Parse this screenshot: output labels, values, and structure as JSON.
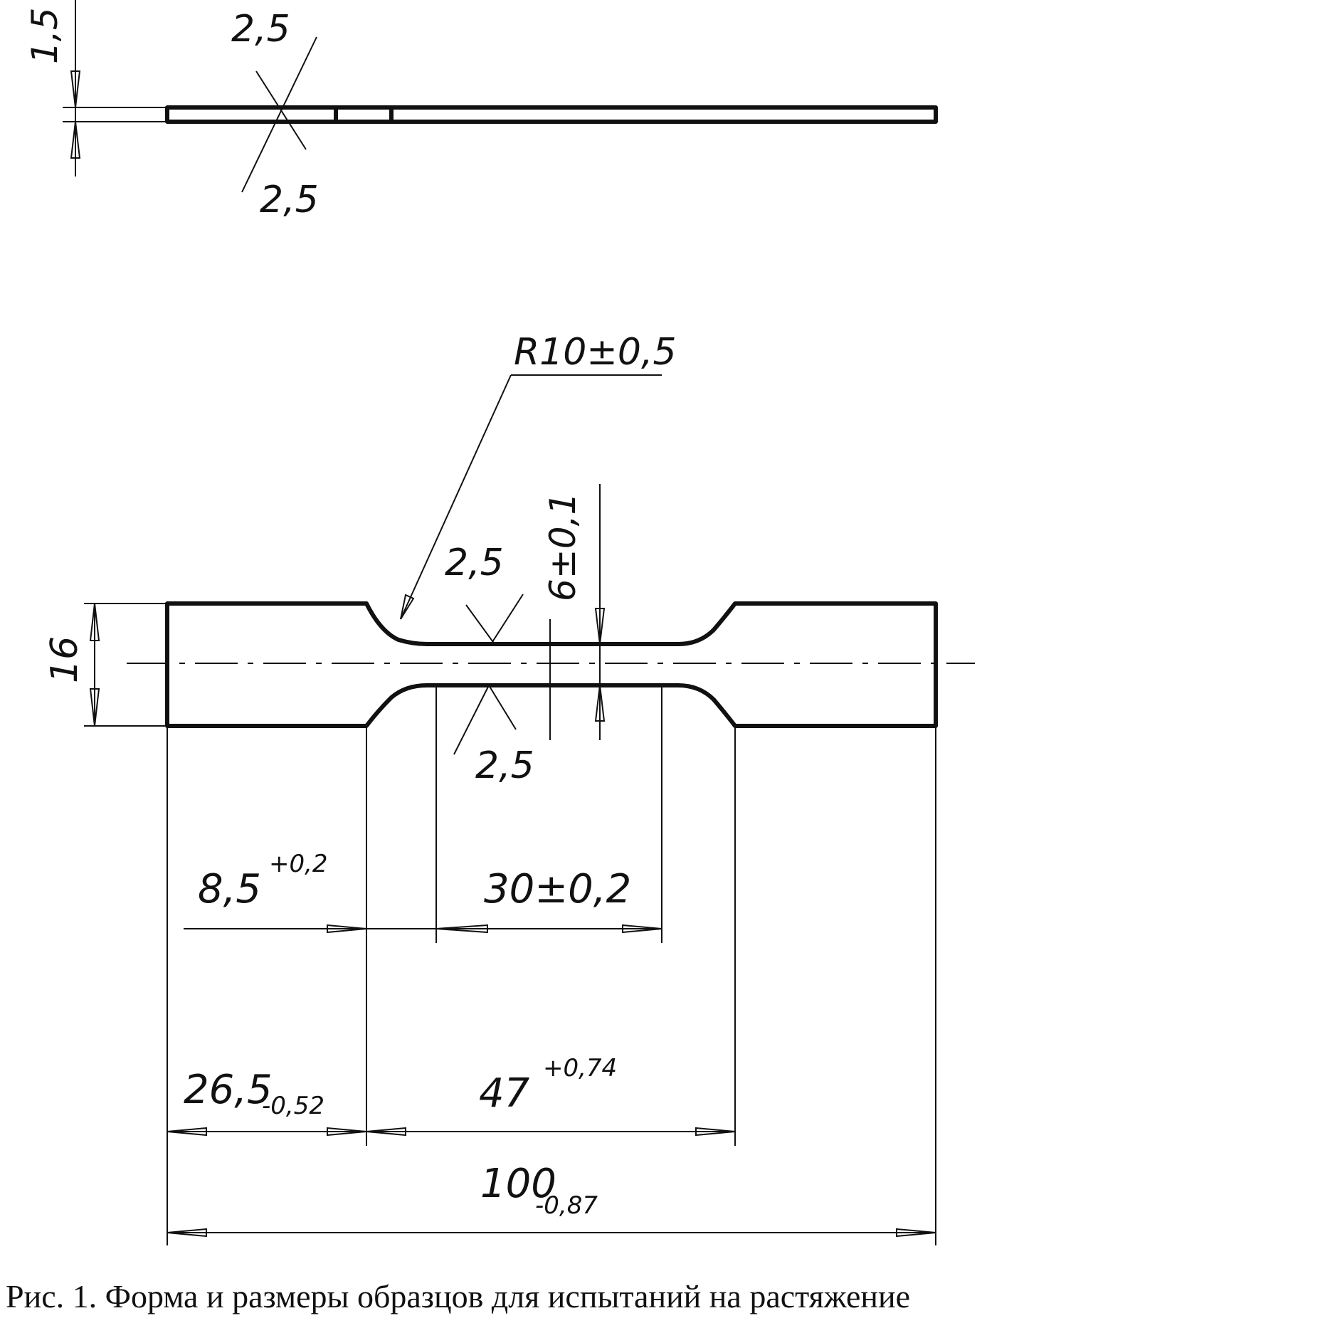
{
  "drawing": {
    "side_view": {
      "thickness": "1,5",
      "upper_edge_roughness": "2,5",
      "lower_edge_roughness": "2,5"
    },
    "plan_view": {
      "fillet_radius": "R10±0,5",
      "width": "16",
      "gauge_width": "6±0,1",
      "upper_roughness": "2,5",
      "lower_roughness": "2,5",
      "shoulder_offset": {
        "nominal": "8,5",
        "tolerance": "+0,2"
      },
      "gauge_length": "30±0,2",
      "grip_length": {
        "nominal": "26,5",
        "tolerance": "-0,52"
      },
      "reduced_length": {
        "nominal": "47",
        "tolerance": "+0,74"
      },
      "total_length": {
        "nominal": "100",
        "tolerance": "-0,87"
      }
    }
  },
  "caption": "Рис. 1. Форма и размеры образцов для испытаний на растяжение",
  "colors": {
    "ink": "#111111",
    "paper": "#ffffff"
  }
}
